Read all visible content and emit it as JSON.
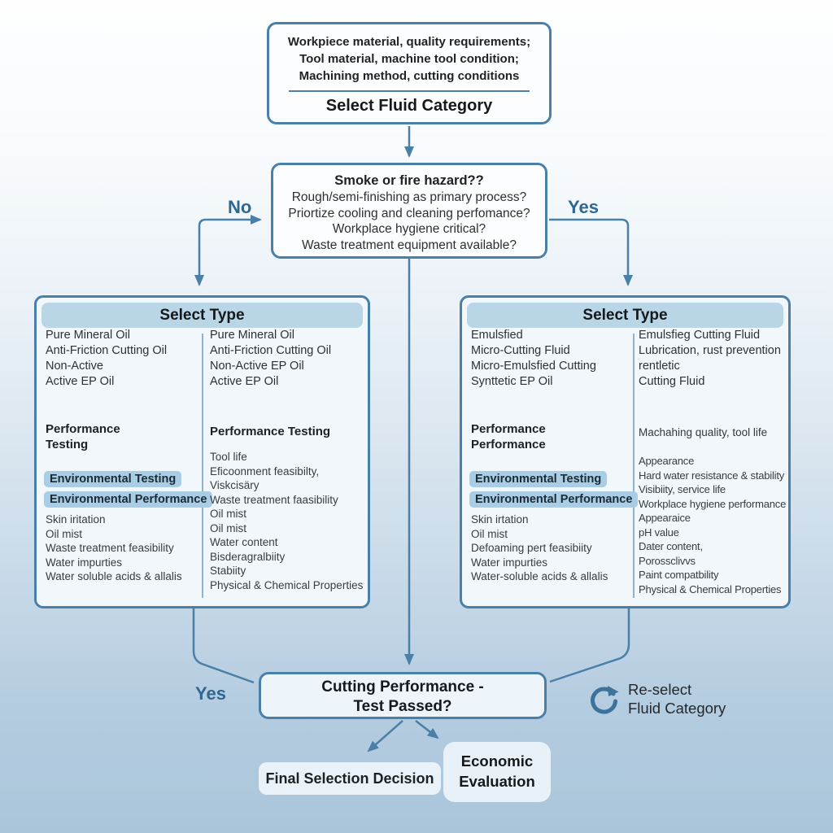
{
  "colors": {
    "accent": "#4a80a8",
    "branch_label": "#2e6791",
    "header_band": "#b9d6e7",
    "highlight_pill": "#a8cde5"
  },
  "start_box": {
    "inputs": [
      "Workpiece material, quality requirements;",
      "Tool material, machine tool condition;",
      "Machining method, cutting conditions"
    ],
    "title": "Select Fluid Category"
  },
  "decision_box": {
    "title": "Smoke or fire hazard??",
    "questions": [
      "Rough/semi-finishing as primary process?",
      "Priortize cooling and cleaning perfomance?",
      "Workplace hygiene critical?",
      "Waste treatment equipment available?"
    ]
  },
  "labels": {
    "no": "No",
    "yes": "Yes",
    "yes_bottom": "Yes"
  },
  "left_select": {
    "title": "Select Type",
    "col1": {
      "types": [
        "Pure Mineral Oil",
        "Anti-Friction Cutting Oil",
        "Non-Active",
        "Active EP Oil"
      ],
      "heading": [
        "Performance",
        "Testing"
      ],
      "pills": [
        "Environmental Testing",
        "Environmental Performance"
      ],
      "items": [
        "Skin iritation",
        "Oil mist",
        "Waste treatment feasibility",
        "Water impurties",
        "Water soluble acids & allalis"
      ]
    },
    "col2": {
      "types": [
        "Pure Mineral Oil",
        "Anti-Friction Cutting Oil",
        "Non-Active EP Oil",
        "Active EP Oil"
      ],
      "heading": [
        "Performance Testing"
      ],
      "items": [
        "Tool life",
        "Eficoonment feasibilty,",
        "Viskcisäry",
        "Waste treatment faasibility",
        "Oil mist",
        "Oil mist",
        "Water content",
        "Bisderagralbiity",
        "Stabiity",
        "Physical & Chemical Properties"
      ]
    }
  },
  "right_select": {
    "title": "Select Type",
    "col1": {
      "types": [
        "Emulsfied",
        "Micro-Cutting Fluid",
        "Micro-Emulsfied Cutting",
        "Synttetic EP Oil"
      ],
      "heading": [
        "Performance",
        "Performance"
      ],
      "pills": [
        "Environmental Testing",
        "Environmental Performance"
      ],
      "items": [
        "Skin irtation",
        "Oil mist",
        "Defoaming pert feasibiity",
        "Water impurties",
        "Water-soluble acids & allalis"
      ]
    },
    "col2": {
      "types": [
        "Emulsfieg Cutting Fluid",
        "Lubrication, rust prevention",
        "rentletic",
        "Cutting Fluid"
      ],
      "note": "Machahing quality, tool life",
      "items": [
        "Appearance",
        "Hard water resistance & stability",
        "Visibiity, service life",
        "Workplace hygiene performance",
        "Appearaice",
        "pH value",
        "Dater content,",
        "Porossclivvs",
        "Paint compatbility",
        "Physical & Chemical Properties"
      ]
    }
  },
  "cutting_box": {
    "lines": [
      "Cutting Performance -",
      "Test Passed?"
    ]
  },
  "reselect": {
    "lines": [
      "Re-select",
      "Fluid Category"
    ]
  },
  "final_box": {
    "label": "Final Selection Decision"
  },
  "economic_box": {
    "lines": [
      "Economic",
      "Evaluation"
    ]
  }
}
